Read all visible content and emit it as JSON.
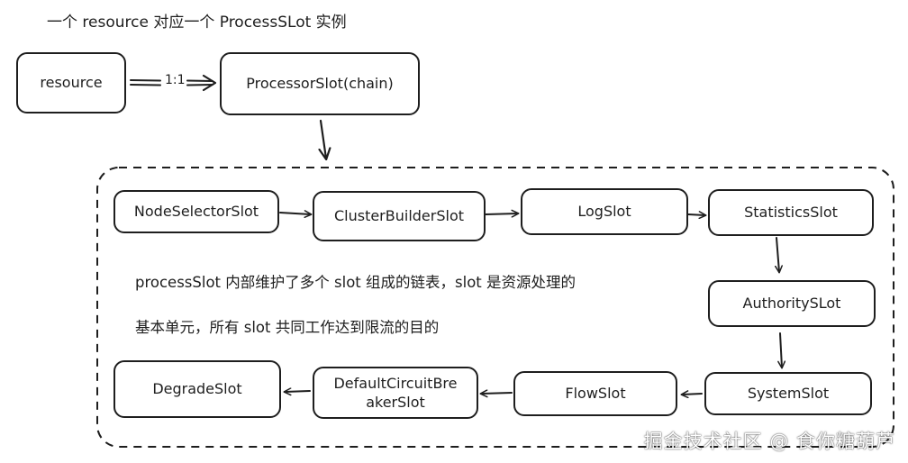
{
  "header": {
    "title": "一个 resource 对应一个 ProcessSLot 实例"
  },
  "nodes": {
    "resource": "resource",
    "processor_slot_chain": "ProcessorSlot(chain)",
    "node_selector_slot": "NodeSelectorSlot",
    "cluster_builder_slot": "ClusterBuilderSlot",
    "log_slot": "LogSlot",
    "statistics_slot": "StatisticsSlot",
    "authority_slot": "AuthoritySLot",
    "system_slot": "SystemSlot",
    "flow_slot": "FlowSlot",
    "default_circuit_breaker_slot_line1": "DefaultCircuitBre",
    "default_circuit_breaker_slot_line2": "akerSlot",
    "degrade_slot": "DegradeSlot"
  },
  "edges": {
    "resource_to_chain_label": "1:1"
  },
  "note": {
    "line1": "processSlot 内部维护了多个 slot 组成的链表，slot 是资源处理的",
    "line2": "基本单元，所有 slot 共同工作达到限流的目的"
  },
  "watermark": {
    "text": "掘金技术社区 @ 食你糖葫芦"
  },
  "colors": {
    "stroke": "#1e1e1e",
    "background": "#ffffff"
  }
}
